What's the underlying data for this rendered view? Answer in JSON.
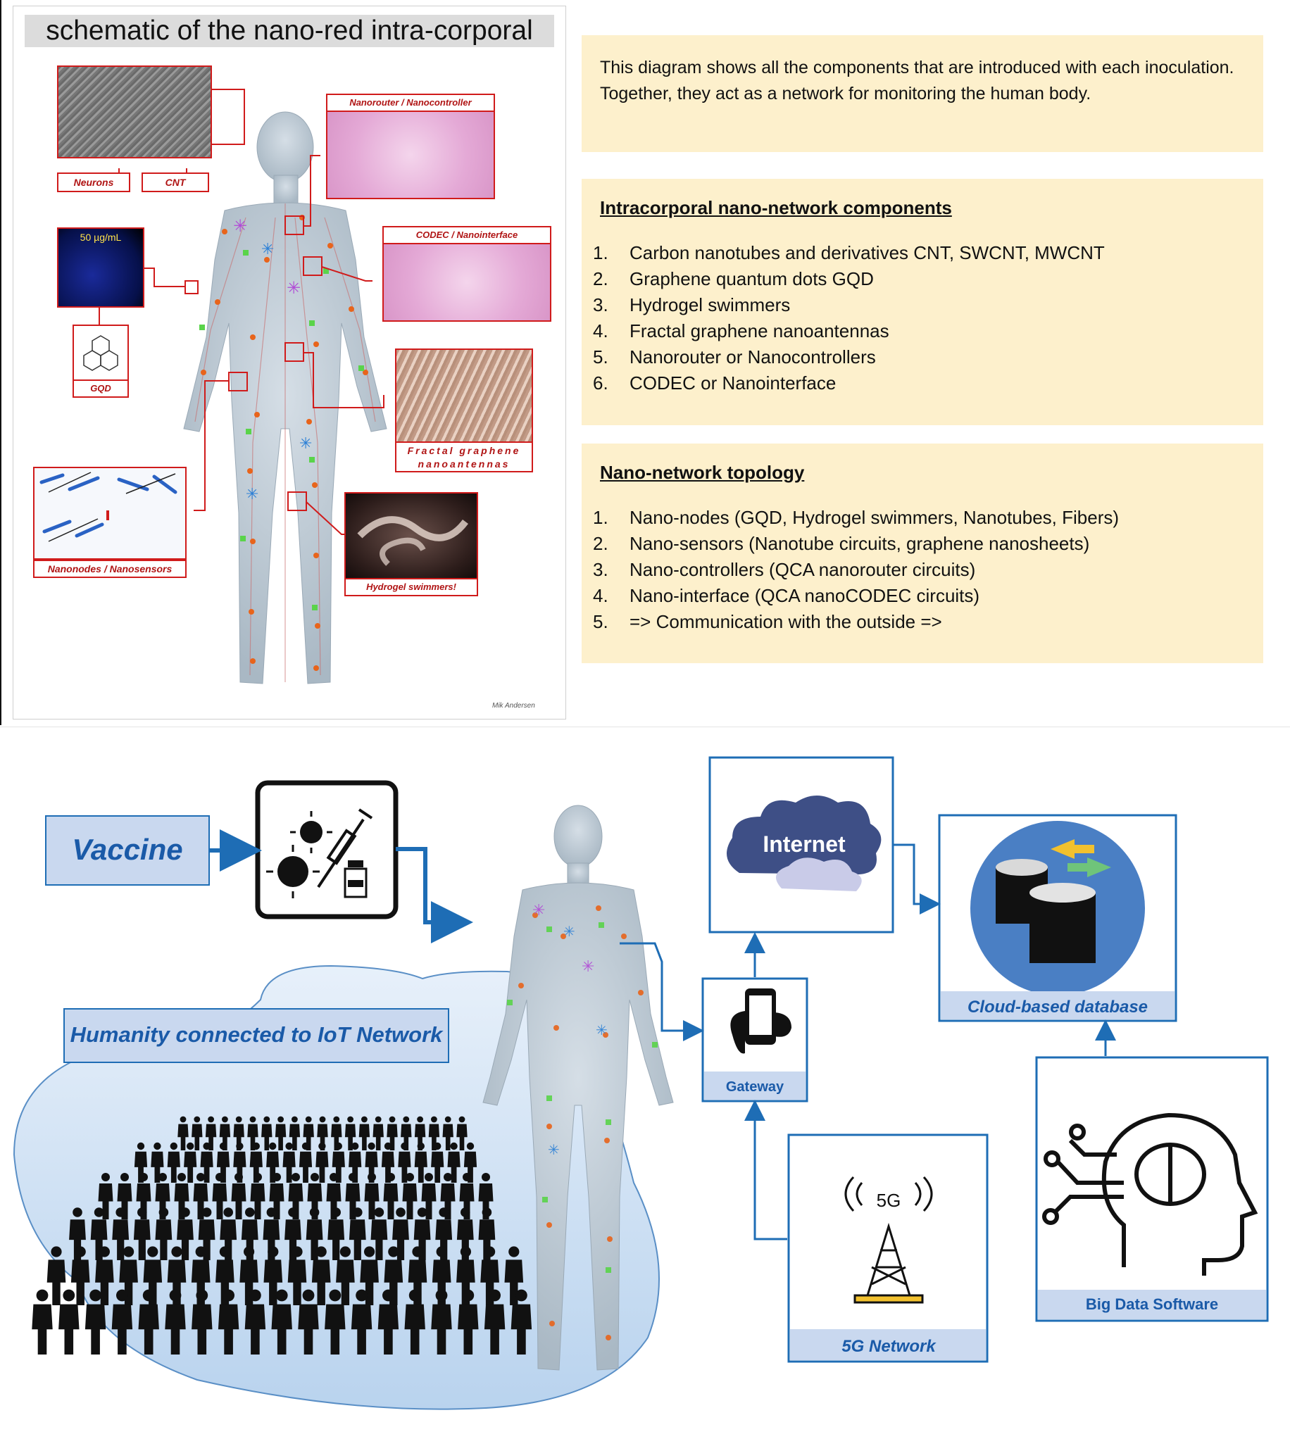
{
  "schematic": {
    "title": "schematic of the nano-red intra-corporal",
    "labels": {
      "neurons": "Neurons",
      "cnt": "CNT",
      "nanorouter": "Nanorouter / Nanocontroller",
      "codec": "CODEC / Nanointerface",
      "concentration": "50 µg/mL",
      "gqd": "GQD",
      "fractal": "Fractal graphene nanoantennas",
      "nanonodes": "Nanonodes / Nanosensors",
      "hydrogel": "Hydrogel swimmers!"
    },
    "credit": "Mik Andersen"
  },
  "intro": {
    "text": "This diagram shows all the components that are introduced with each inoculation. Together, they act as a network for monitoring the human body."
  },
  "components": {
    "heading": "Intracorporal nano-network components",
    "items": [
      {
        "num": "1.",
        "text": "Carbon nanotubes and derivatives CNT, SWCNT, MWCNT"
      },
      {
        "num": "2.",
        "text": "Graphene quantum dots GQD"
      },
      {
        "num": "3.",
        "text": "Hydrogel swimmers"
      },
      {
        "num": "4.",
        "text": "Fractal graphene nanoantennas"
      },
      {
        "num": "5.",
        "text": "Nanorouter or Nanocontrollers"
      },
      {
        "num": "6.",
        "text": "CODEC or Nanointerface"
      }
    ]
  },
  "topology": {
    "heading": "Nano-network topology",
    "items": [
      {
        "num": "1.",
        "text": "Nano-nodes (GQD, Hydrogel swimmers, Nanotubes, Fibers)"
      },
      {
        "num": "2.",
        "text": "Nano-sensors (Nanotube circuits, graphene nanosheets)"
      },
      {
        "num": "3.",
        "text": "Nano-controllers (QCA nanorouter circuits)"
      },
      {
        "num": "4.",
        "text": "Nano-interface (QCA nanoCODEC circuits)"
      },
      {
        "num": "5.",
        "text": "=> Communication with the outside =>"
      }
    ]
  },
  "flow": {
    "vaccine": "Vaccine",
    "humanity": "Humanity connected to IoT Network",
    "internet": "Internet",
    "gateway": "Gateway",
    "five_g_icon": "5G",
    "five_g": "5G Network",
    "cloud": "Cloud-based database",
    "big_data": "Big Data Software"
  },
  "icons": [
    "virus-icon",
    "syringe-icon",
    "vial-icon",
    "cloud-icon",
    "phone-icon",
    "tower-icon",
    "database-icon",
    "brain-icon",
    "people-icon",
    "human-body-icon"
  ],
  "colors": {
    "panel_bg": "#fdf0cc",
    "red_accent": "#d01b1b",
    "blue_accent": "#1e6db5",
    "blue_label_bg": "#c9d8ef",
    "crowd_region": "#cfe2f3"
  }
}
